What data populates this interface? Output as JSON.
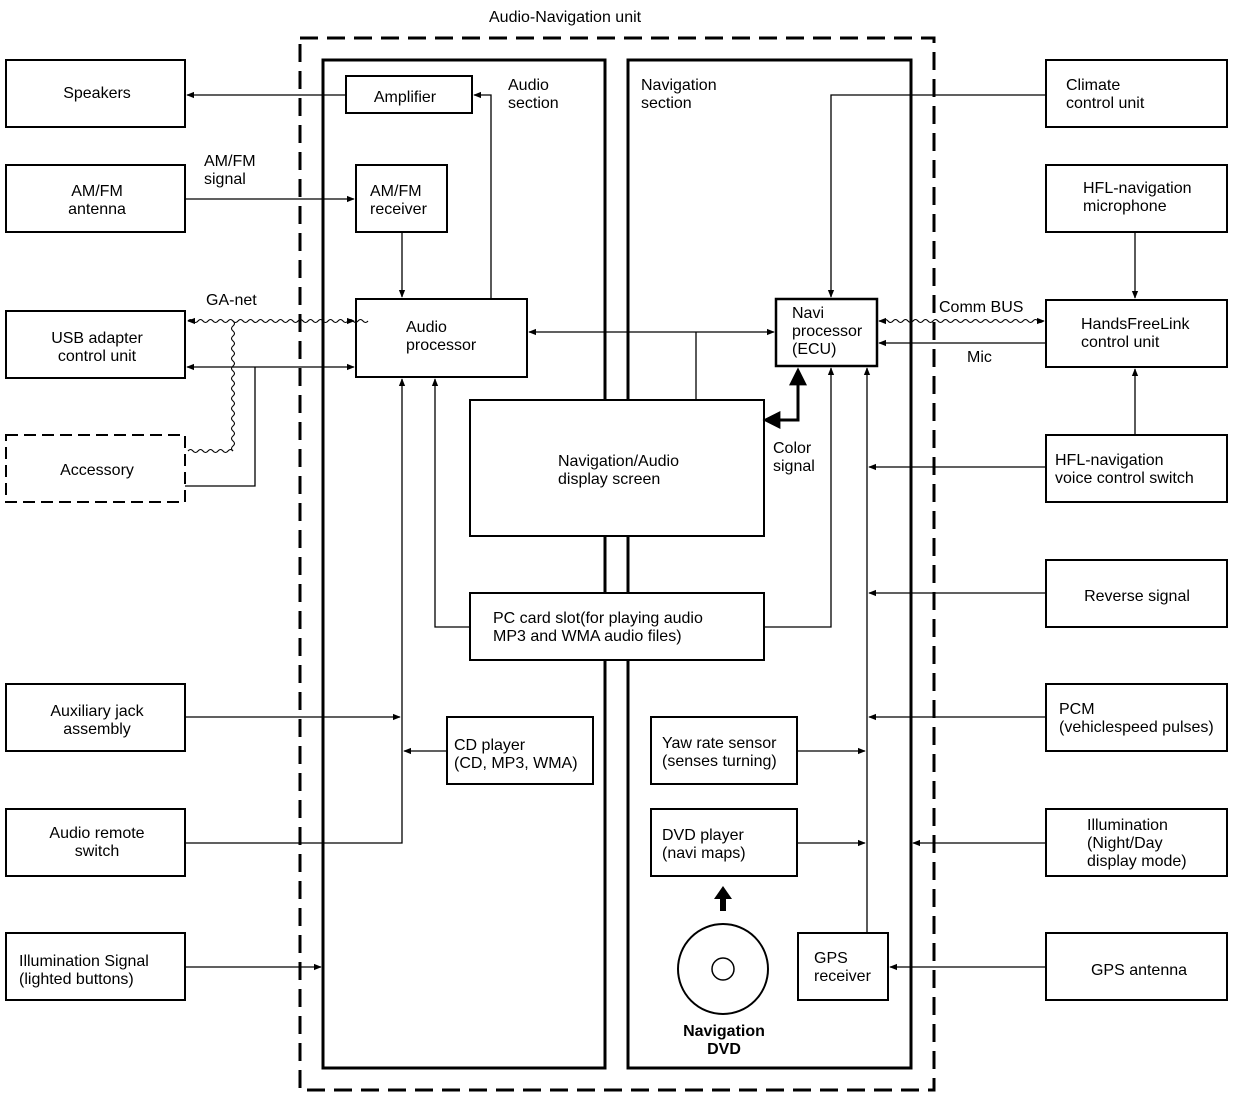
{
  "unit": {
    "title": "Audio-Navigation unit",
    "audio_section": "Audio\nsection",
    "navigation_section": "Navigation\nsection"
  },
  "external_left": {
    "speakers": "Speakers",
    "amfm_antenna": "AM/FM\nantenna",
    "usb_adapter": "USB adapter\ncontrol unit",
    "accessory": "Accessory",
    "aux_jack": "Auxiliary jack\nassembly",
    "audio_remote": "Audio remote\nswitch",
    "illum_signal": "Illumination Signal\n(lighted buttons)"
  },
  "external_right": {
    "climate": "Climate\ncontrol unit",
    "hfl_microphone": "HFL-navigation\nmicrophone",
    "handsfreelink": "HandsFreeLink\ncontrol unit",
    "hfl_voice_switch": "HFL-navigation\nvoice control switch",
    "reverse": "Reverse signal",
    "pcm": "PCM\n(vehiclespeed pulses)",
    "illum_mode": "Illumination\n(Night/Day\ndisplay mode)",
    "gps_antenna": "GPS antenna"
  },
  "internal": {
    "amplifier": "Amplifier",
    "amfm_receiver": "AM/FM\nreceiver",
    "audio_processor": "Audio\nprocessor",
    "navi_processor": "Navi\nprocessor\n(ECU)",
    "display": "Navigation/Audio\ndisplay screen",
    "pc_card": "PC card slot(for playing audio\nMP3 and WMA audio files)",
    "cd_player": "CD player\n(CD, MP3, WMA)",
    "yaw_sensor": "Yaw rate sensor\n(senses turning)",
    "dvd_player": "DVD player\n(navi maps)",
    "gps_receiver": "GPS\nreceiver",
    "nav_dvd": "Navigation\nDVD"
  },
  "signals": {
    "amfm_signal": "AM/FM\nsignal",
    "ga_net": "GA-net",
    "comm_bus": "Comm BUS",
    "mic": "Mic",
    "color_signal": "Color\nsignal"
  }
}
